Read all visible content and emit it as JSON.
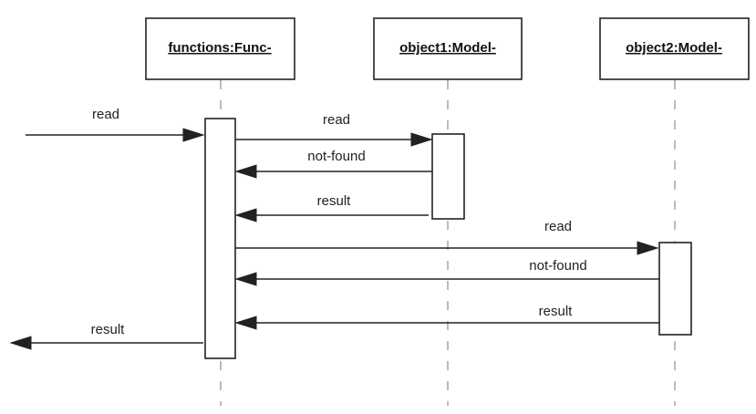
{
  "diagram": {
    "lifelines": [
      {
        "id": "functions",
        "label": "functions:Func-"
      },
      {
        "id": "object1",
        "label": "object1:Model-"
      },
      {
        "id": "object2",
        "label": "object2:Model-"
      }
    ],
    "messages": [
      {
        "id": "m1",
        "label": "read",
        "from": "external",
        "to": "functions"
      },
      {
        "id": "m2",
        "label": "read",
        "from": "functions",
        "to": "object1"
      },
      {
        "id": "m3",
        "label": "not-found",
        "from": "object1",
        "to": "functions"
      },
      {
        "id": "m4",
        "label": "result",
        "from": "object1",
        "to": "functions"
      },
      {
        "id": "m5",
        "label": "read",
        "from": "functions",
        "to": "object2"
      },
      {
        "id": "m6",
        "label": "not-found",
        "from": "object2",
        "to": "functions"
      },
      {
        "id": "m7",
        "label": "result",
        "from": "object2",
        "to": "functions"
      },
      {
        "id": "m8",
        "label": "result",
        "from": "functions",
        "to": "external"
      }
    ]
  }
}
